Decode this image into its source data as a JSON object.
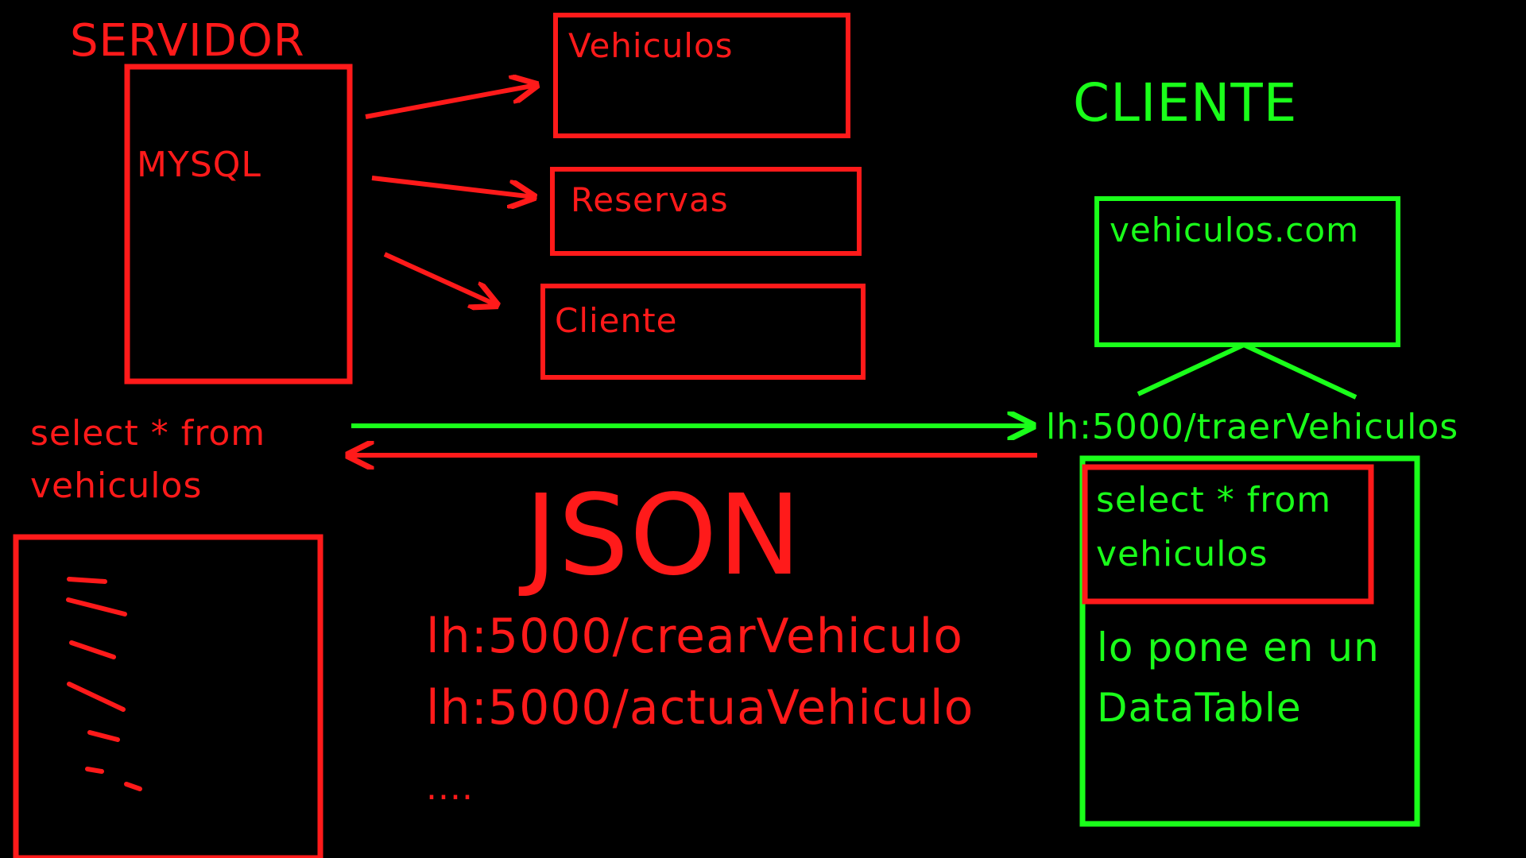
{
  "colors": {
    "background": "#000000",
    "server": "#ff1a1a",
    "client": "#1aff1a"
  },
  "server": {
    "heading": "SERVIDOR",
    "db_label": "MYSQL",
    "tables": [
      "Vehiculos",
      "Reservas",
      "Cliente"
    ],
    "query_line1": "select * from",
    "query_line2": "vehiculos",
    "response_format": "JSON",
    "endpoints": [
      "lh:5000/crearVehiculo",
      "lh:5000/actuaVehiculo",
      "...."
    ]
  },
  "client": {
    "heading": "CLIENTE",
    "site": "vehiculos.com",
    "request_url": "lh:5000/traerVehiculos",
    "query_line1": "select * from",
    "query_line2": "vehiculos",
    "note_line1": "lo pone en un",
    "note_line2": "DataTable"
  }
}
